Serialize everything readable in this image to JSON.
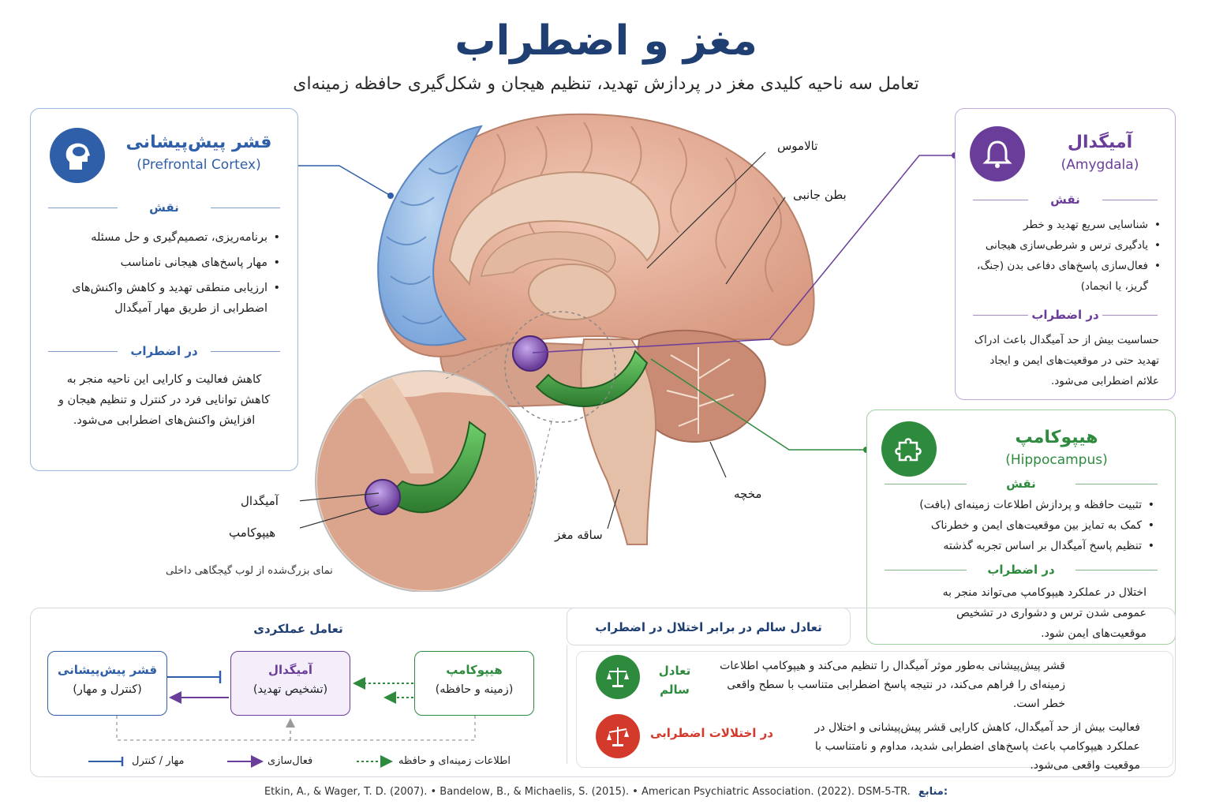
{
  "title": "مغز و اضطراب",
  "subtitle": "تعامل سه ناحیه کلیدی مغز در پردازش تهدید، تنظیم هیجان و شکل‌گیری حافظه زمینه‌ای",
  "prefrontal": {
    "name_fa": "قشر پیش‌پیشانی",
    "name_en": "(Prefrontal Cortex)",
    "role_title": "نقش",
    "roles": [
      "برنامه‌ریزی، تصمیم‌گیری و حل مسئله",
      "مهار پاسخ‌های هیجانی نامناسب",
      "ارزیابی منطقی تهدید و کاهش واکنش‌های اضطرابی از طریق مهار آمیگدال"
    ],
    "anxiety_title": "در اضطراب",
    "anxiety_text": "کاهش فعالیت و کارایی این ناحیه منجر به کاهش توانایی فرد در کنترل و تنظیم هیجان و افزایش واکنش‌های اضطرابی می‌شود.",
    "color": "#2f5fa8"
  },
  "amygdala": {
    "name_fa": "آمیگدال",
    "name_en": "(Amygdala)",
    "role_title": "نقش",
    "roles": [
      "شناسایی سریع تهدید و خطر",
      "یادگیری ترس و شرطی‌سازی هیجانی",
      "فعال‌سازی پاسخ‌های دفاعی بدن (جنگ، گریز، یا انجماد)"
    ],
    "anxiety_title": "در اضطراب",
    "anxiety_text": "حساسیت بیش از حد آمیگدال باعث ادراک تهدید حتی در موقعیت‌های ایمن و ایجاد علائم اضطرابی می‌شود.",
    "color": "#6a3d9a"
  },
  "hippocampus": {
    "name_fa": "هیپوکامپ",
    "name_en": "(Hippocampus)",
    "role_title": "نقش",
    "roles": [
      "تثبیت حافظه و پردازش اطلاعات زمینه‌ای (بافت)",
      "کمک به تمایز بین موقعیت‌های ایمن و خطرناک",
      "تنظیم پاسخ آمیگدال بر اساس تجربه گذشته"
    ],
    "anxiety_title": "در اضطراب",
    "anxiety_text": "اختلال در عملکرد هیپوکامپ می‌تواند منجر به عمومی شدن ترس و دشواری در تشخیص موقعیت‌های ایمن شود.",
    "color": "#2e8b3e"
  },
  "brain_labels": {
    "thalamus": "تالاموس",
    "lateral_ventricle": "بطن جانبی",
    "cerebellum": "مخچه",
    "brainstem": "ساقه مغز",
    "inset_amygdala": "آمیگدال",
    "inset_hippocampus": "هیپوکامپ",
    "inset_caption": "نمای بزرگ‌شده از لوب گیجگاهی داخلی"
  },
  "interaction": {
    "title": "تعامل عملکردی",
    "box_pfc_title": "قشر پیش‌پیشانی",
    "box_pfc_sub": "(کنترل و مهار)",
    "box_amy_title": "آمیگدال",
    "box_amy_sub": "(تشخیص تهدید)",
    "box_hip_title": "هیپوکامپ",
    "box_hip_sub": "(زمینه و حافظه)",
    "legend_inhibit": "مهار / کنترل",
    "legend_activate": "فعال‌سازی",
    "legend_context": "اطلاعات زمینه‌ای و حافظه"
  },
  "balance": {
    "title": "تعادل سالم در برابر اختلال در اضطراب",
    "healthy_label": "تعادل سالم",
    "healthy_text": "قشر پیش‌پیشانی به‌طور موثر آمیگدال را تنظیم می‌کند و هیپوکامپ اطلاعات زمینه‌ای را فراهم می‌کند، در نتیجه پاسخ اضطرابی متناسب با سطح واقعی خطر است.",
    "disorder_label": "در اختلالات اضطرابی",
    "disorder_text": "فعالیت بیش از حد آمیگدال، کاهش کارایی قشر پیش‌پیشانی و اختلال در عملکرد هیپوکامپ باعث پاسخ‌های اضطرابی شدید، مداوم و نامتناسب با موقعیت واقعی می‌شود.",
    "healthy_color": "#2e8b3e",
    "disorder_color": "#d33a2c"
  },
  "sources": {
    "label": "منابع:",
    "text": "Etkin, A., & Wager, T. D. (2007).  • Bandelow, B., & Michaelis, S. (2015).  • American Psychiatric Association. (2022). DSM-5-TR."
  }
}
